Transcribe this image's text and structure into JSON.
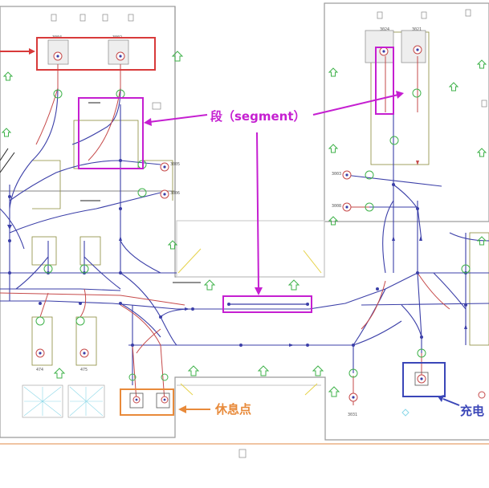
{
  "annotations": {
    "segment_label": "段（segment）",
    "rest_point_label": "休息点",
    "charging_label": "充电"
  },
  "node_labels": {
    "top_left_a": "3004",
    "top_left_b": "3002",
    "top_right_a": "3024",
    "top_right_b": "3021",
    "mid_a": "3005",
    "mid_b": "3006",
    "right_a": "3003",
    "right_b": "3008",
    "bottom_a": "474",
    "bottom_b": "475",
    "bottom_c": "3031"
  },
  "colors": {
    "highlight_red": "#d83a3a",
    "highlight_magenta": "#c51fd1",
    "highlight_orange": "#e88a3a",
    "highlight_blue": "#3a46b8",
    "path_blue": "#3b3fa8",
    "path_red": "#c64a4a",
    "node_green": "#3fb24a",
    "wall_gray": "#9a9a9a"
  }
}
